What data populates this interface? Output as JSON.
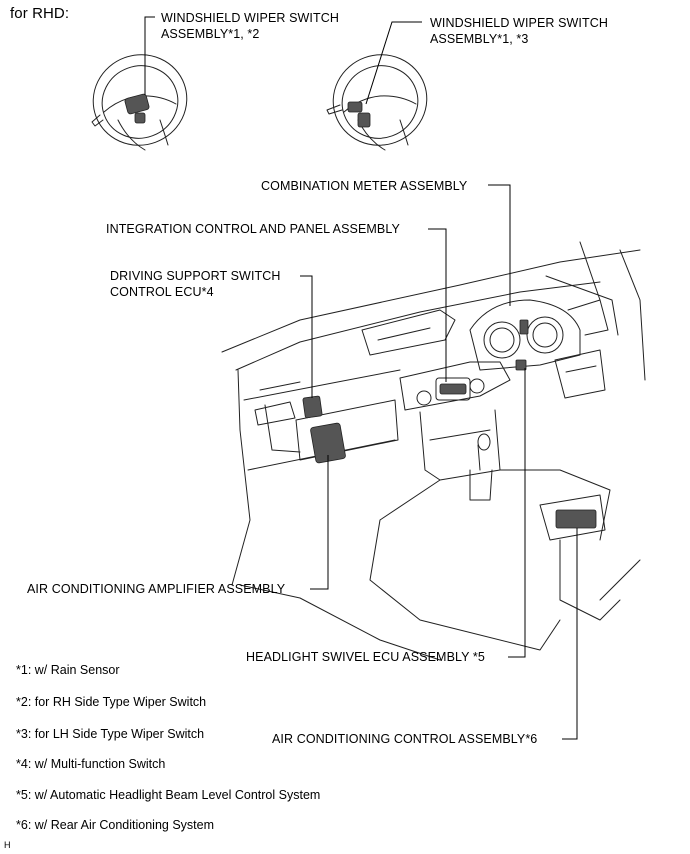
{
  "heading": "for RHD:",
  "labels": {
    "wiper_switch_1": [
      "WINDSHIELD WIPER SWITCH",
      "ASSEMBLY*1, *2"
    ],
    "wiper_switch_2": [
      "WINDSHIELD WIPER SWITCH",
      "ASSEMBLY*1, *3"
    ],
    "combination_meter": "COMBINATION METER ASSEMBLY",
    "integration_control": "INTEGRATION CONTROL AND PANEL ASSEMBLY",
    "driving_support": [
      "DRIVING SUPPORT SWITCH",
      "CONTROL ECU*4"
    ],
    "ac_amplifier": "AIR CONDITIONING AMPLIFIER ASSEMBLY",
    "headlight_swivel": "HEADLIGHT SWIVEL ECU ASSEMBLY *5",
    "ac_control": "AIR CONDITIONING CONTROL ASSEMBLY*6"
  },
  "notes": [
    "*1: w/ Rain Sensor",
    "*2: for RH Side Type Wiper Switch",
    "*3: for LH Side Type Wiper Switch",
    "*4: w/ Multi-function Switch",
    "*5: w/ Automatic Headlight Beam Level Control System",
    "*6: w/ Rear Air Conditioning System"
  ],
  "corner_mark": "H"
}
